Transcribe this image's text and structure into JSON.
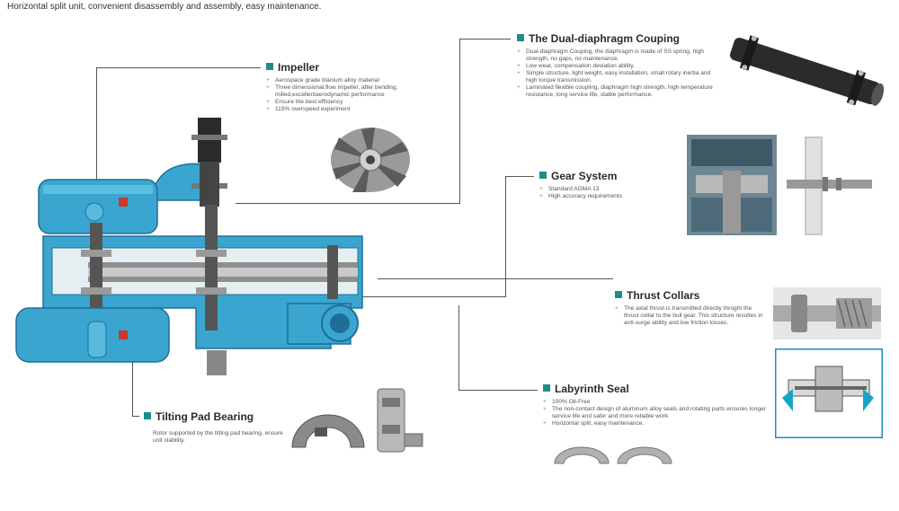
{
  "caption": "Horizontal split unit, convenient disassembly and assembly, easy maintenance.",
  "impeller": {
    "title": "Impeller",
    "items": [
      "Aerospace grade titanium alloy material",
      "Three dimensional,flow impeller, after bending, milled,excellentaerodynamic performance",
      "Ensure the best efficiency",
      "115% overspeed experiment"
    ]
  },
  "coupling": {
    "title": "The Dual-diaphragm Couping",
    "items": [
      "Dual-diaphragm Couping, the diaphragm is made of SS spring, high strength, no gaps, no maintenance.",
      "Low wear, compensation deviation ability,",
      "Simple structure, light weight, easy installation, small rotary inertia and high torque transmission.",
      "Laminated flexible coupling, diaphragm high strength, high temperature resistance, long service life, stable performance."
    ]
  },
  "gear": {
    "title": "Gear System",
    "items": [
      "Standard AGMA 13",
      "High accuracy requirements"
    ]
  },
  "thrust": {
    "title": "Thrust Collars",
    "items": [
      "The axial thrust is transmitted directly throght the thrust collar to the bull gear. This structure resultes in anti-surge ability and low friction losses."
    ]
  },
  "labyrinth": {
    "title": "Labyrinth Seal",
    "items": [
      "100% Oil-Free",
      "The non-contact design of aluminum alloy seals and rotating parts ensures longer service life and safer and more reliable work.",
      "Horizontal split, easy maintenance."
    ]
  },
  "tilting": {
    "title": "Tilting Pad Bearing",
    "items": [
      "Rotor supported by the tilting pad bearing, ensure unit stability."
    ]
  },
  "colors": {
    "accent": "#1d8d8a",
    "machine_blue": "#3aa6cf",
    "dark_blue": "#1f6e96"
  }
}
